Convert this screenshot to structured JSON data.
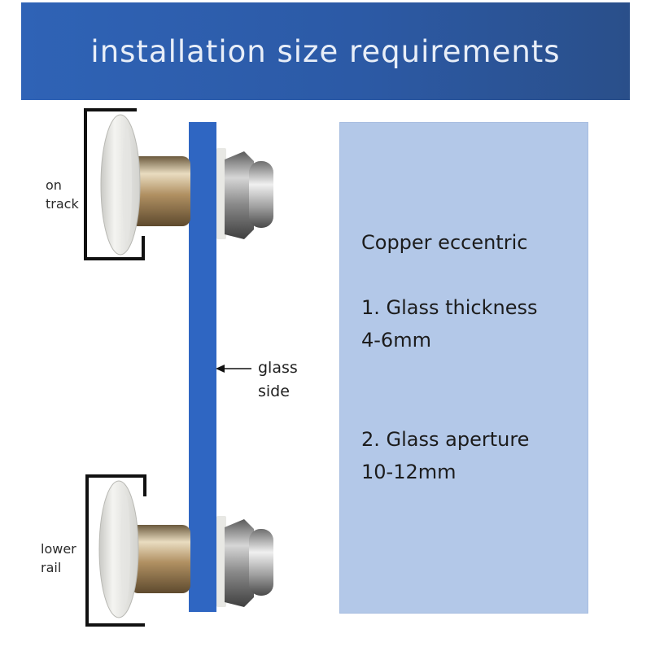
{
  "banner": {
    "title": "installation size requirements"
  },
  "labels": {
    "top_bracket": [
      "on",
      "track"
    ],
    "bottom_bracket": [
      "lower",
      "rail"
    ],
    "glass_side": [
      "glass",
      "side"
    ]
  },
  "panel": {
    "heading": "Copper eccentric",
    "item1_title": "1. Glass thickness",
    "item1_value": "4-6mm",
    "item2_title": "2. Glass aperture",
    "item2_value": "10-12mm"
  },
  "colors": {
    "banner": "#2d5dae",
    "glass": "#2f66c2",
    "panel": "#b3c8e8"
  },
  "icons": {
    "top_roller": "roller-wheel-icon",
    "bottom_roller": "roller-wheel-icon",
    "arrow": "left-arrow-icon"
  }
}
